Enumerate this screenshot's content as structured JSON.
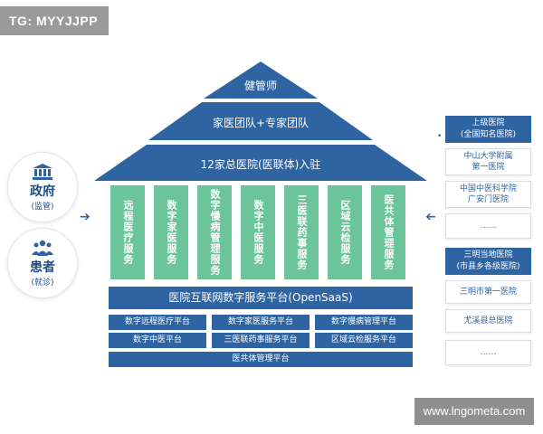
{
  "tag": "TG: MYYJJPP",
  "watermark": "www.lngometa.com",
  "roof": {
    "top": "健管师",
    "middle": "家医团队+专家团队",
    "bottom": "12家总医院(医联体)入驻"
  },
  "columns": [
    "远程医疗服务",
    "数字家医服务",
    "数字慢病管理服务",
    "数字中医服务",
    "三医联药事服务",
    "区域云检服务",
    "医共体管理服务"
  ],
  "platform_main": "医院互联网数字服务平台(OpenSaaS)",
  "platforms": [
    "数字远程医疗平台",
    "数字家医服务平台",
    "数字慢病管理平台",
    "数字中医平台",
    "三医联药事服务平台",
    "区域云检服务平台",
    "医共体管理平台"
  ],
  "left": {
    "gov_main": "政府",
    "gov_sub": "(监管)",
    "patient_main": "患者",
    "patient_sub": "(就诊)"
  },
  "right": {
    "group1_title_1": "上级医院",
    "group1_title_2": "(全国知名医院)",
    "group1_items": [
      "中山大学附属",
      "第一医院",
      "中国中医科学院",
      "广安门医院",
      "……"
    ],
    "group2_title_1": "三明当地医院",
    "group2_title_2": "(市县乡各级医院)",
    "group2_items": [
      "三明市第一医院",
      "尤溪县总医院",
      "……"
    ]
  }
}
